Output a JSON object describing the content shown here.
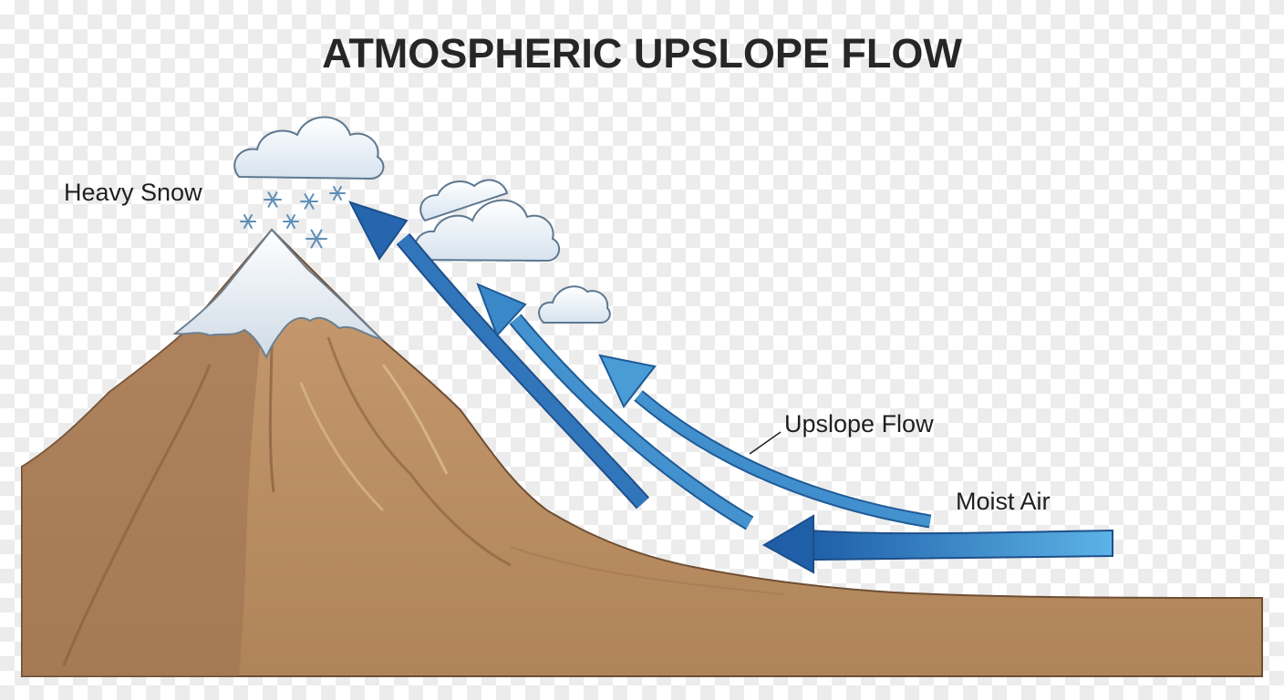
{
  "title": "ATMOSPHERIC UPSLOPE FLOW",
  "labels": {
    "heavy_snow": "Heavy Snow",
    "upslope_flow": "Upslope Flow",
    "moist_air": "Moist Air"
  },
  "colors": {
    "mountain": "#c09468",
    "mountain_dark": "#8e6746",
    "snow_cap": "#eef3f8",
    "arrow_dark": "#2a6db5",
    "arrow_light": "#4da3dd",
    "cloud": "#f4f7fb"
  }
}
